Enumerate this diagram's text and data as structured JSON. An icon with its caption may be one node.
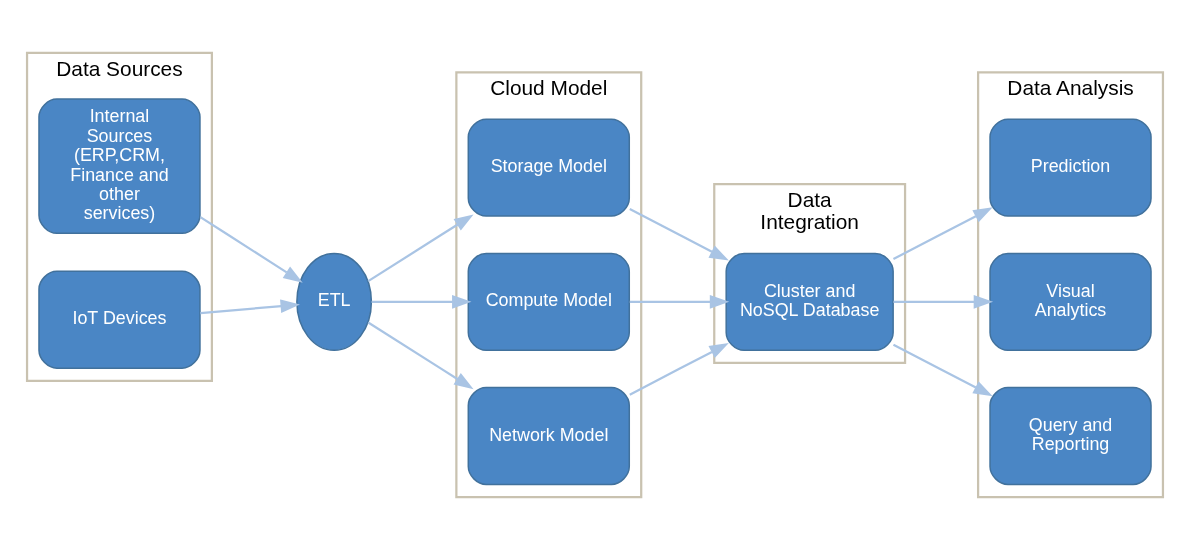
{
  "diagram": {
    "nodes": [
      {
        "text": [
          "Data Sources"
        ]
      },
      {
        "text": [
          "Internal Sources (ERP,CRM, Finance and other services)"
        ],
        "in": 0
      },
      {
        "text": [
          "IoT Devices"
        ],
        "in": 0
      },
      {
        "text": [
          "ETL"
        ]
      },
      {
        "text": [
          "Cloud Model"
        ]
      },
      {
        "text": [
          "Storage Model"
        ],
        "in": 4
      },
      {
        "text": [
          "Compute Model"
        ],
        "in": 4
      },
      {
        "text": [
          "Network Model"
        ],
        "in": 4
      },
      {
        "text": [
          "Data Integration"
        ]
      },
      {
        "text": [
          "Cluster and NoSQL Database"
        ],
        "in": 8
      },
      {
        "text": [
          "Data Analysis"
        ]
      },
      {
        "text": [
          "Prediction"
        ],
        "in": 10
      },
      {
        "text": [
          "Visual Analytics"
        ],
        "in": 10
      },
      {
        "text": [
          "Query and Reporting"
        ],
        "in": 10
      }
    ],
    "edges": [
      {
        "from": 1,
        "to": 3,
        "arrow": "to"
      },
      {
        "from": 2,
        "to": 3,
        "arrow": "to"
      },
      {
        "from": 3,
        "to": 5,
        "arrow": "to"
      },
      {
        "from": 3,
        "to": 6,
        "arrow": "to"
      },
      {
        "from": 3,
        "to": 7,
        "arrow": "to"
      },
      {
        "from": 5,
        "to": 9,
        "arrow": "to"
      },
      {
        "from": 6,
        "to": 9,
        "arrow": "to"
      },
      {
        "from": 7,
        "to": 9,
        "arrow": "to"
      },
      {
        "from": 9,
        "to": 11,
        "arrow": "to"
      },
      {
        "from": 9,
        "to": 12,
        "arrow": "to"
      },
      {
        "from": 9,
        "to": 13,
        "arrow": "to"
      }
    ]
  }
}
